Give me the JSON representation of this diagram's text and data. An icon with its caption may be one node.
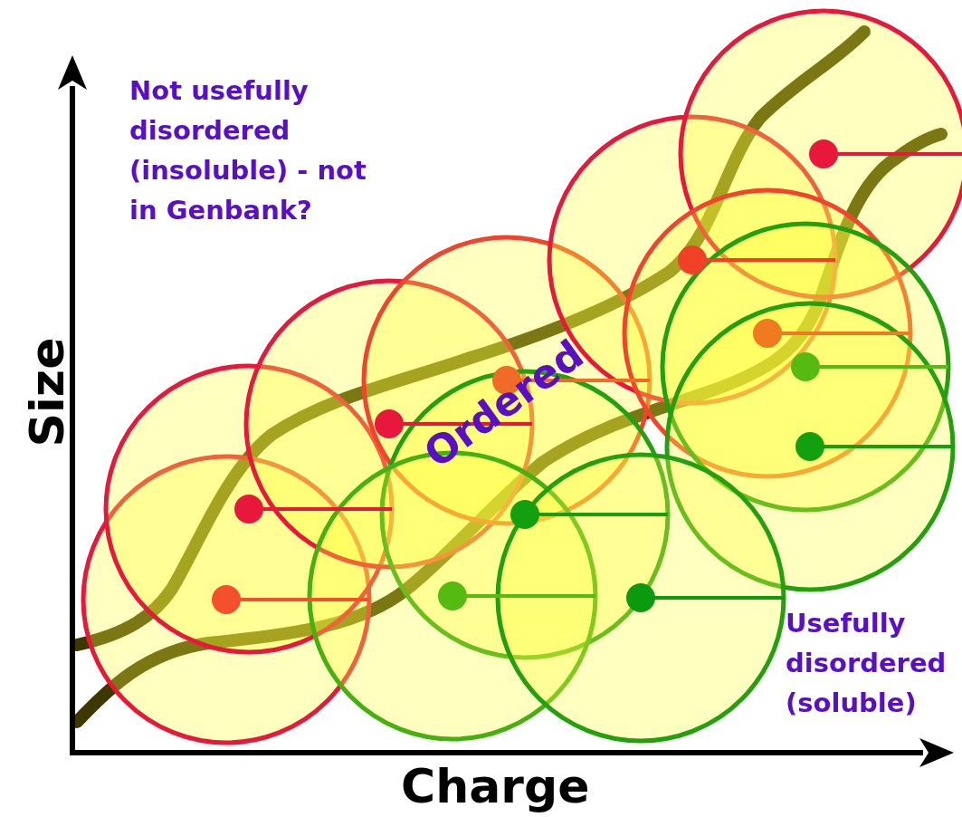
{
  "diagram": {
    "labels": [
      "Not usefully disordered (insoluble) - not in Genbank?",
      "Ordered",
      "Usefully disordered (soluble)",
      "Size",
      "Charge"
    ]
  }
}
